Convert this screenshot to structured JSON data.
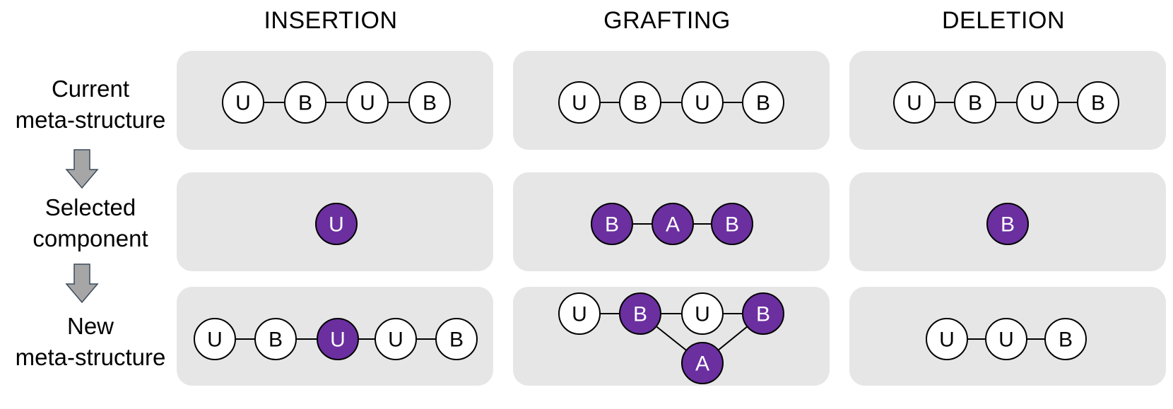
{
  "columns": {
    "insertion": "INSERTION",
    "grafting": "GRAFTING",
    "deletion": "DELETION"
  },
  "rows": {
    "current": [
      "Current",
      "meta-structure"
    ],
    "selected": [
      "Selected",
      "component"
    ],
    "new": [
      "New",
      "meta-structure"
    ]
  },
  "colors": {
    "panel": "#e6e6e6",
    "highlight": "#6b2fa0",
    "node_plain": "#ffffff",
    "edge": "#000000",
    "arrow": "#a6a6a6"
  },
  "diagrams": {
    "insertion_current": [
      "U",
      "B",
      "U",
      "B"
    ],
    "insertion_selected": [
      "U"
    ],
    "insertion_new": [
      "U",
      "B",
      "U",
      "U",
      "B"
    ],
    "grafting_current": [
      "U",
      "B",
      "U",
      "B"
    ],
    "grafting_selected": [
      "B",
      "A",
      "B"
    ],
    "grafting_new": [
      "U",
      "B",
      "U",
      "B",
      "A"
    ],
    "deletion_current": [
      "U",
      "B",
      "U",
      "B"
    ],
    "deletion_selected": [
      "B"
    ],
    "deletion_new": [
      "U",
      "U",
      "B"
    ]
  },
  "highlighted": {
    "insertion_new": [
      2
    ],
    "grafting_new": [
      1,
      3,
      4
    ]
  }
}
